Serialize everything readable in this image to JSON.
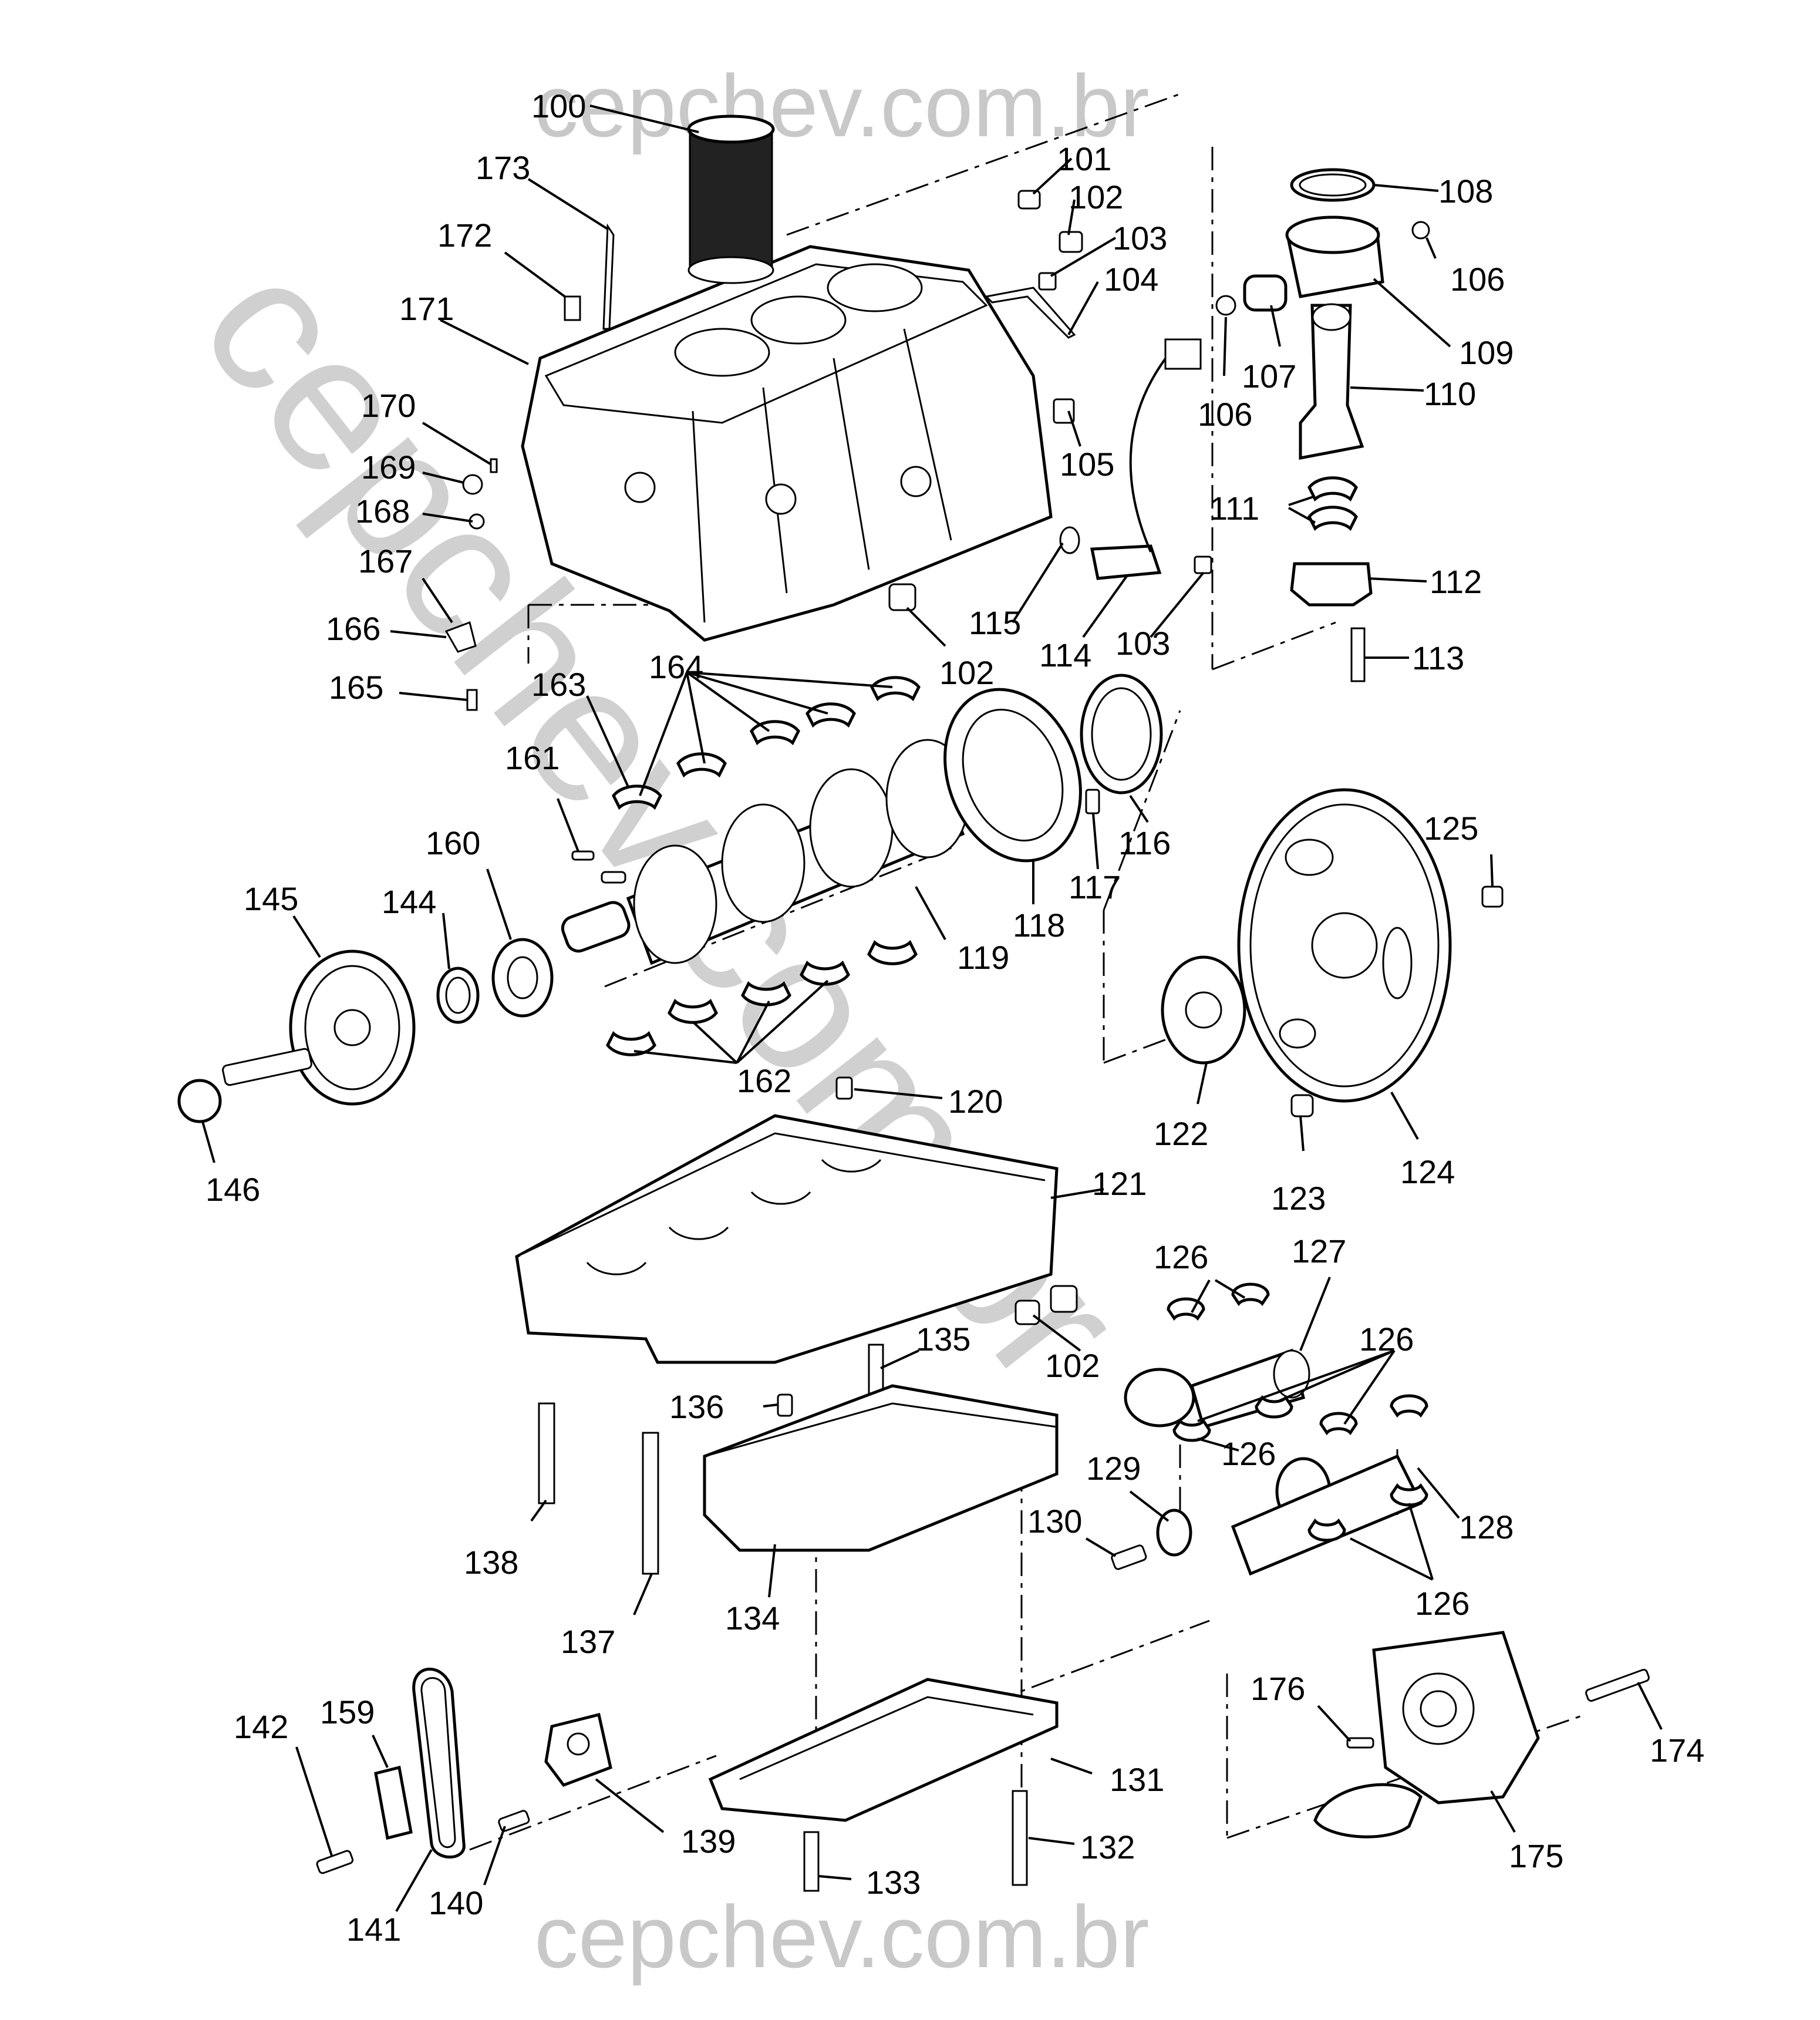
{
  "watermark": {
    "top_text": "cepchev.com.br",
    "bottom_text": "cepchev.com.br",
    "diagonal_text": "cepchev.com.br"
  },
  "callouts": {
    "c100": "100",
    "c101": "101",
    "c102a": "102",
    "c102b": "102",
    "c102c": "102",
    "c103a": "103",
    "c103b": "103",
    "c104": "104",
    "c105": "105",
    "c106a": "106",
    "c106b": "106",
    "c107": "107",
    "c108": "108",
    "c109": "109",
    "c110": "110",
    "c111": "111",
    "c112": "112",
    "c113": "113",
    "c114": "114",
    "c115": "115",
    "c116": "116",
    "c117": "117",
    "c118": "118",
    "c119": "119",
    "c120": "120",
    "c121": "121",
    "c122": "122",
    "c123": "123",
    "c124": "124",
    "c125": "125",
    "c126a": "126",
    "c126b": "126",
    "c126c": "126",
    "c126d": "126",
    "c127": "127",
    "c128": "128",
    "c129": "129",
    "c130": "130",
    "c131": "131",
    "c132": "132",
    "c133": "133",
    "c134": "134",
    "c135": "135",
    "c136": "136",
    "c137": "137",
    "c138": "138",
    "c139": "139",
    "c140": "140",
    "c141": "141",
    "c142": "142",
    "c144": "144",
    "c145": "145",
    "c146": "146",
    "c159": "159",
    "c160": "160",
    "c161": "161",
    "c162": "162",
    "c163": "163",
    "c164": "164",
    "c165": "165",
    "c166": "166",
    "c167": "167",
    "c168": "168",
    "c169": "169",
    "c170": "170",
    "c171": "171",
    "c172": "172",
    "c173": "173",
    "c174": "174",
    "c175": "175",
    "c176": "176"
  }
}
